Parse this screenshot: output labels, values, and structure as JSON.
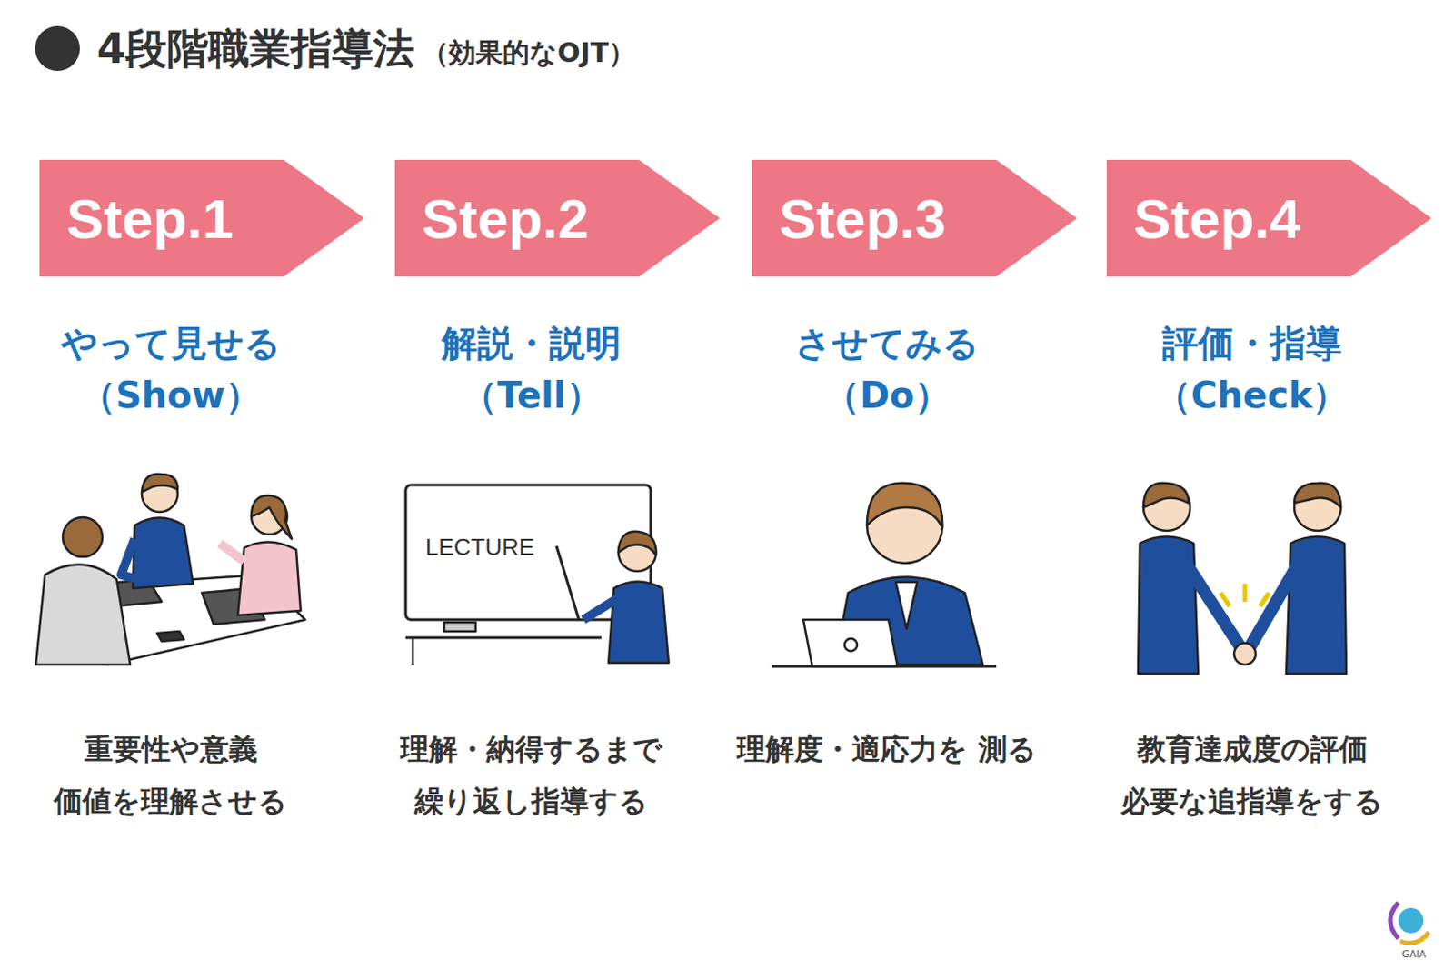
{
  "diagram": {
    "title": "4段階職業指導法",
    "nodes": [
      {
        "text": [
          "Step.1"
        ]
      },
      {
        "text": [
          "Step.2"
        ]
      },
      {
        "text": [
          "Step.3"
        ]
      },
      {
        "text": [
          "Step.4"
        ]
      }
    ],
    "labels": [
      "（効果的なOJT）",
      "やって見せる",
      "（Show）",
      "重要性や意義 価値を理解させる",
      "解説・説明",
      "（Tell）",
      "理解・納得するまで 繰り返し指導する",
      "させてみる",
      "（Do）",
      "理解度・適応力を 測る",
      "評価・指導",
      "（Check）",
      "教育達成度の評価 必要な追指導をする",
      "LECTURE",
      "GAIA"
    ]
  }
}
